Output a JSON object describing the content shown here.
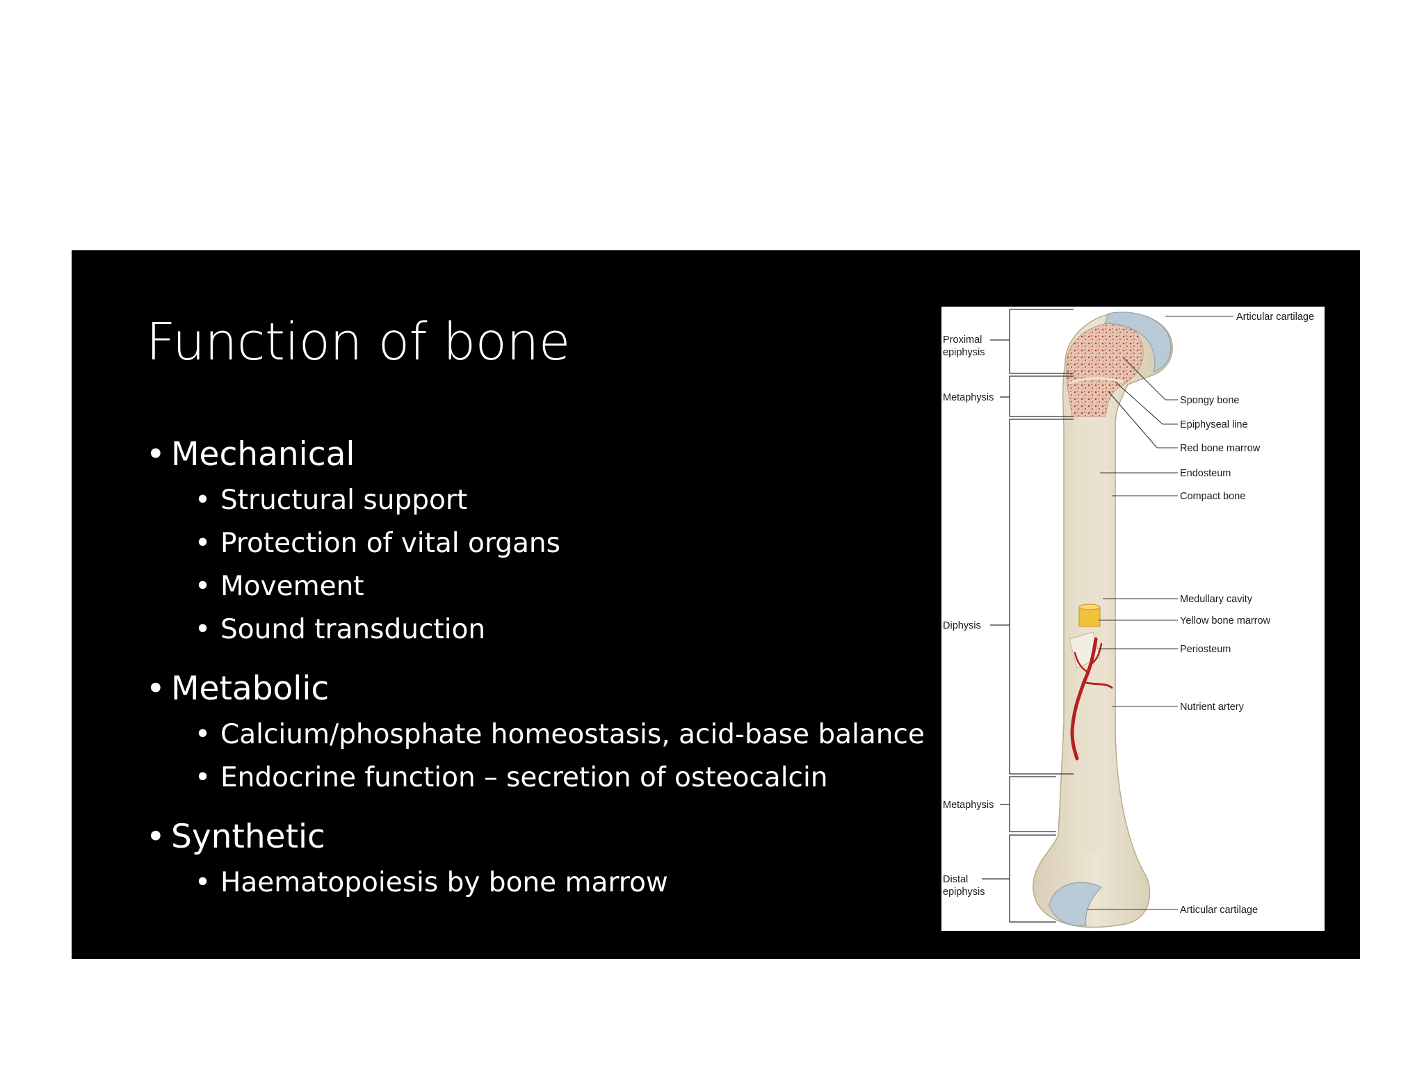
{
  "slide": {
    "title": "Function of bone",
    "sections": [
      {
        "heading": "Mechanical",
        "items": [
          "Structural support",
          "Protection of vital organs",
          "Movement",
          "Sound transduction"
        ]
      },
      {
        "heading": "Metabolic",
        "items": [
          "Calcium/phosphate homeostasis, acid-base balance",
          "Endocrine function – secretion of osteocalcin"
        ]
      },
      {
        "heading": "Synthetic",
        "items": [
          "Haematopoiesis by bone marrow"
        ]
      }
    ]
  },
  "diagram": {
    "left_labels": {
      "proximal_epiphysis": [
        "Proximal",
        "epiphysis"
      ],
      "metaphysis_top": "Metaphysis",
      "diaphysis": "Diphysis",
      "metaphysis_bottom": "Metaphysis",
      "distal_epiphysis": [
        "Distal",
        "epiphysis"
      ]
    },
    "right_labels": {
      "articular_cartilage_top": "Articular cartilage",
      "spongy_bone": "Spongy bone",
      "epiphyseal_line": "Epiphyseal line",
      "red_bone_marrow": "Red bone marrow",
      "endosteum": "Endosteum",
      "compact_bone": "Compact bone",
      "medullary_cavity": "Medullary cavity",
      "yellow_bone_marrow": "Yellow bone marrow",
      "periosteum": "Periosteum",
      "nutrient_artery": "Nutrient artery",
      "articular_cartilage_bottom": "Articular cartilage"
    },
    "colors": {
      "bone": "#e8e0cc",
      "cartilage": "#b9c9d6",
      "spongy": "#e2bfae",
      "marrow_yellow": "#f0c23c",
      "artery": "#b52020"
    }
  }
}
